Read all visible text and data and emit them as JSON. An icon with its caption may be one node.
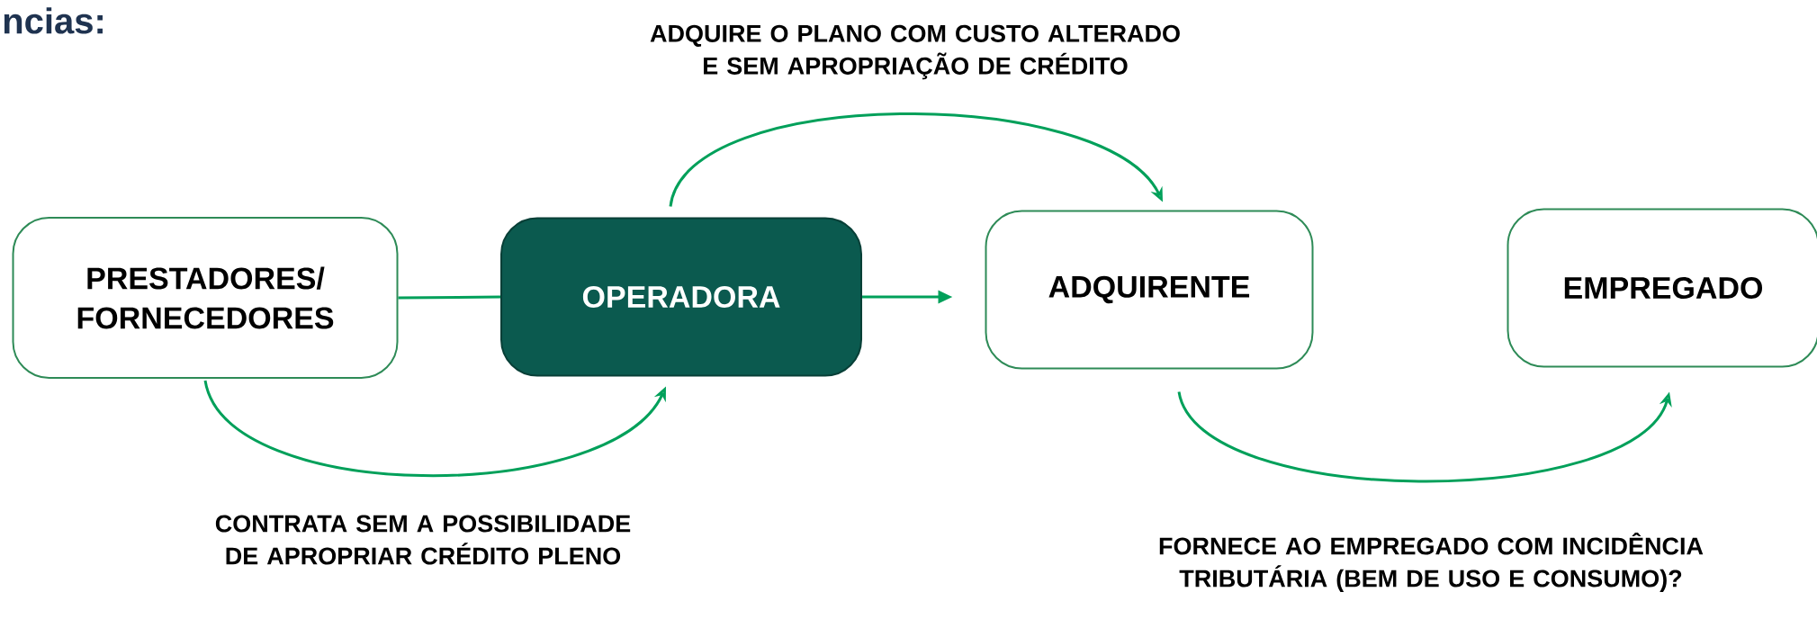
{
  "diagram": {
    "title": "ncias:",
    "nodes": [
      {
        "text": [
          "PRESTADORES/ FORNECEDORES"
        ]
      },
      {
        "text": [
          "OPERADORA"
        ]
      },
      {
        "text": [
          "ADQUIRENTE"
        ]
      },
      {
        "text": [
          "EMPREGADO"
        ]
      }
    ],
    "edges": [
      {
        "from": 0,
        "to": 1,
        "arrow": "none"
      },
      {
        "from": 1,
        "to": 2,
        "arrow": "to"
      },
      {
        "from": 1,
        "to": 2,
        "arrow": "to",
        "label": "ADQUIRE O PLANO COM CUSTO ALTERADO E SEM APROPRIAÇÃO DE CRÉDITO"
      },
      {
        "from": 0,
        "to": 1,
        "arrow": "to",
        "label": "CONTRATA SEM A POSSIBILIDADE DE APROPRIAR CRÉDITO PLENO"
      },
      {
        "from": 2,
        "to": 3,
        "arrow": "to",
        "label": "FORNECE AO EMPREGADO COM INCIDÊNCIA TRIBUTÁRIA (BEM DE USO E CONSUMO)?"
      }
    ]
  }
}
